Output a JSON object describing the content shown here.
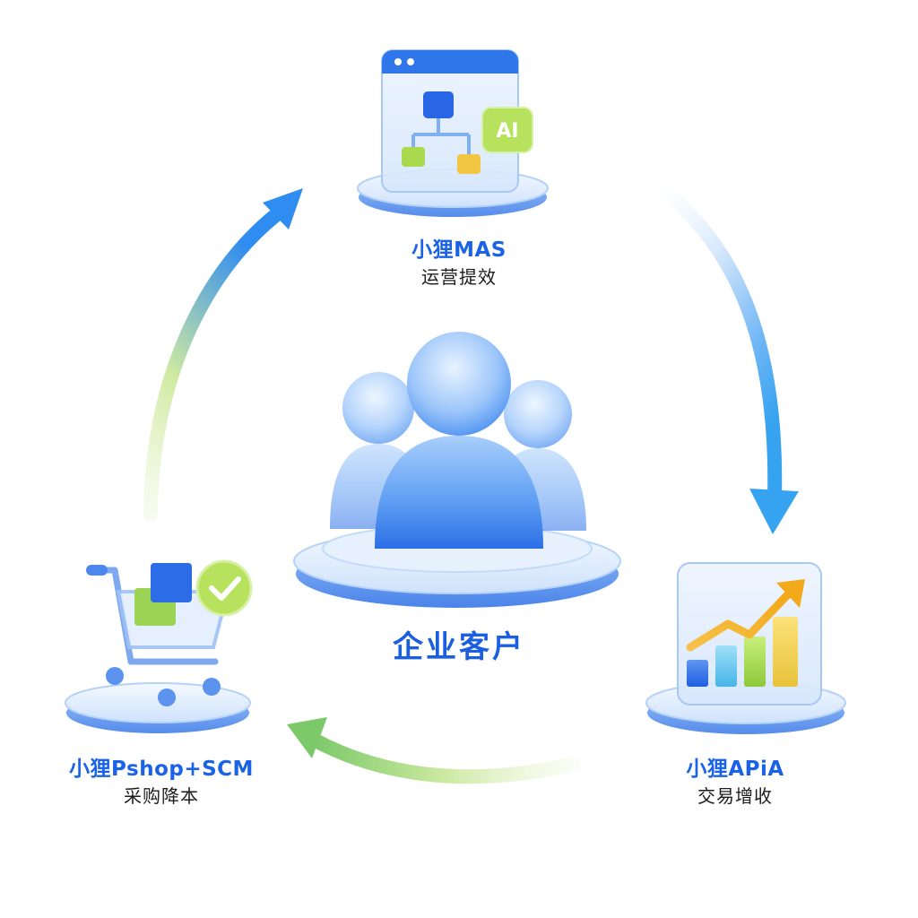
{
  "center": {
    "label": "企业客户"
  },
  "nodes": {
    "mas": {
      "title": "小狸MAS",
      "subtitle": "运营提效",
      "badge": "AI"
    },
    "apia": {
      "title": "小狸APiA",
      "subtitle": "交易增收"
    },
    "pshop": {
      "title": "小狸Pshop+SCM",
      "subtitle": "采购降本"
    }
  },
  "colors": {
    "brand_blue": "#1a63e6",
    "accent_green": "#a6d94a",
    "accent_yellow": "#f5c83c",
    "text_dark": "#1c1c1c"
  }
}
